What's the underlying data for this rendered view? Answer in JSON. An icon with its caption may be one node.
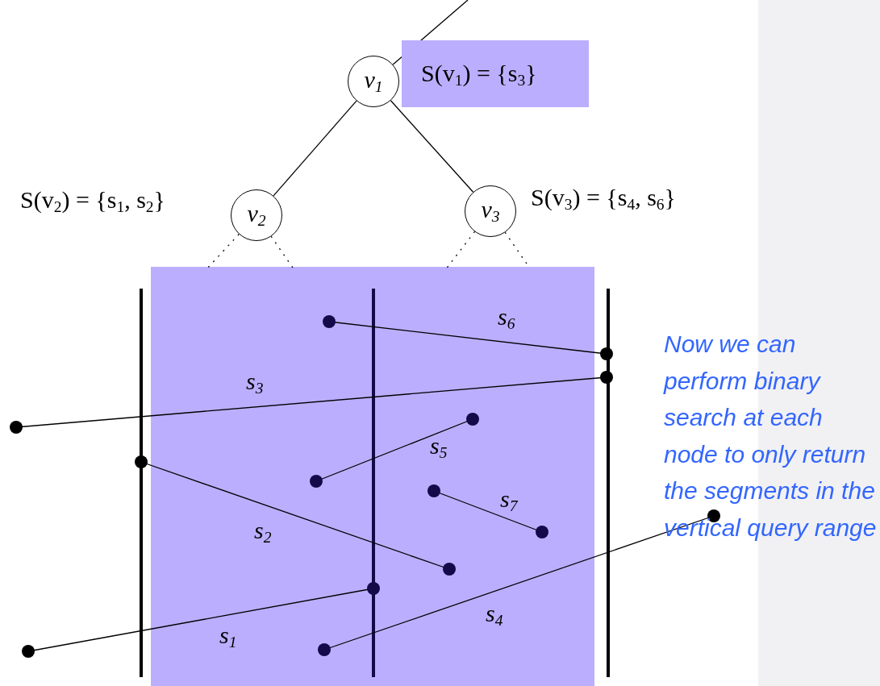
{
  "diagram": {
    "nodes": [
      {
        "text": [
          "v$_{1}$"
        ],
        "beside": [
          "S(v$_{1}$) = {s$_{3}$}"
        ]
      },
      {
        "text": [
          "v$_{2}$"
        ],
        "beside": [
          "S(v$_{2}$) = {s$_{1}$, s$_{2}$}"
        ]
      },
      {
        "text": [
          "v$_{3}$"
        ],
        "beside": [
          "S(v$_{3}$) = {s$_{4}$, s$_{6}$}"
        ]
      }
    ],
    "edges": [
      {
        "from": 0,
        "to": null,
        "arrow": "none"
      },
      {
        "from": 0,
        "to": 1,
        "arrow": "none"
      },
      {
        "from": 0,
        "to": 2,
        "arrow": "none"
      },
      {
        "from": 1,
        "to": null,
        "arrow": "none",
        "style": "dashed"
      },
      {
        "from": 1,
        "to": null,
        "arrow": "none",
        "style": "dashed"
      },
      {
        "from": 2,
        "to": null,
        "arrow": "none",
        "style": "dashed"
      },
      {
        "from": 2,
        "to": null,
        "arrow": "none",
        "style": "dashed"
      }
    ],
    "labels": [
      "s$_{6}$",
      "s$_{3}$",
      "s$_{5}$",
      "s$_{7}$",
      "s$_{2}$",
      "s$_{4}$",
      "s$_{1}$",
      "Now we can perform binary search at each node to only return the segments in the vertical query range"
    ]
  }
}
